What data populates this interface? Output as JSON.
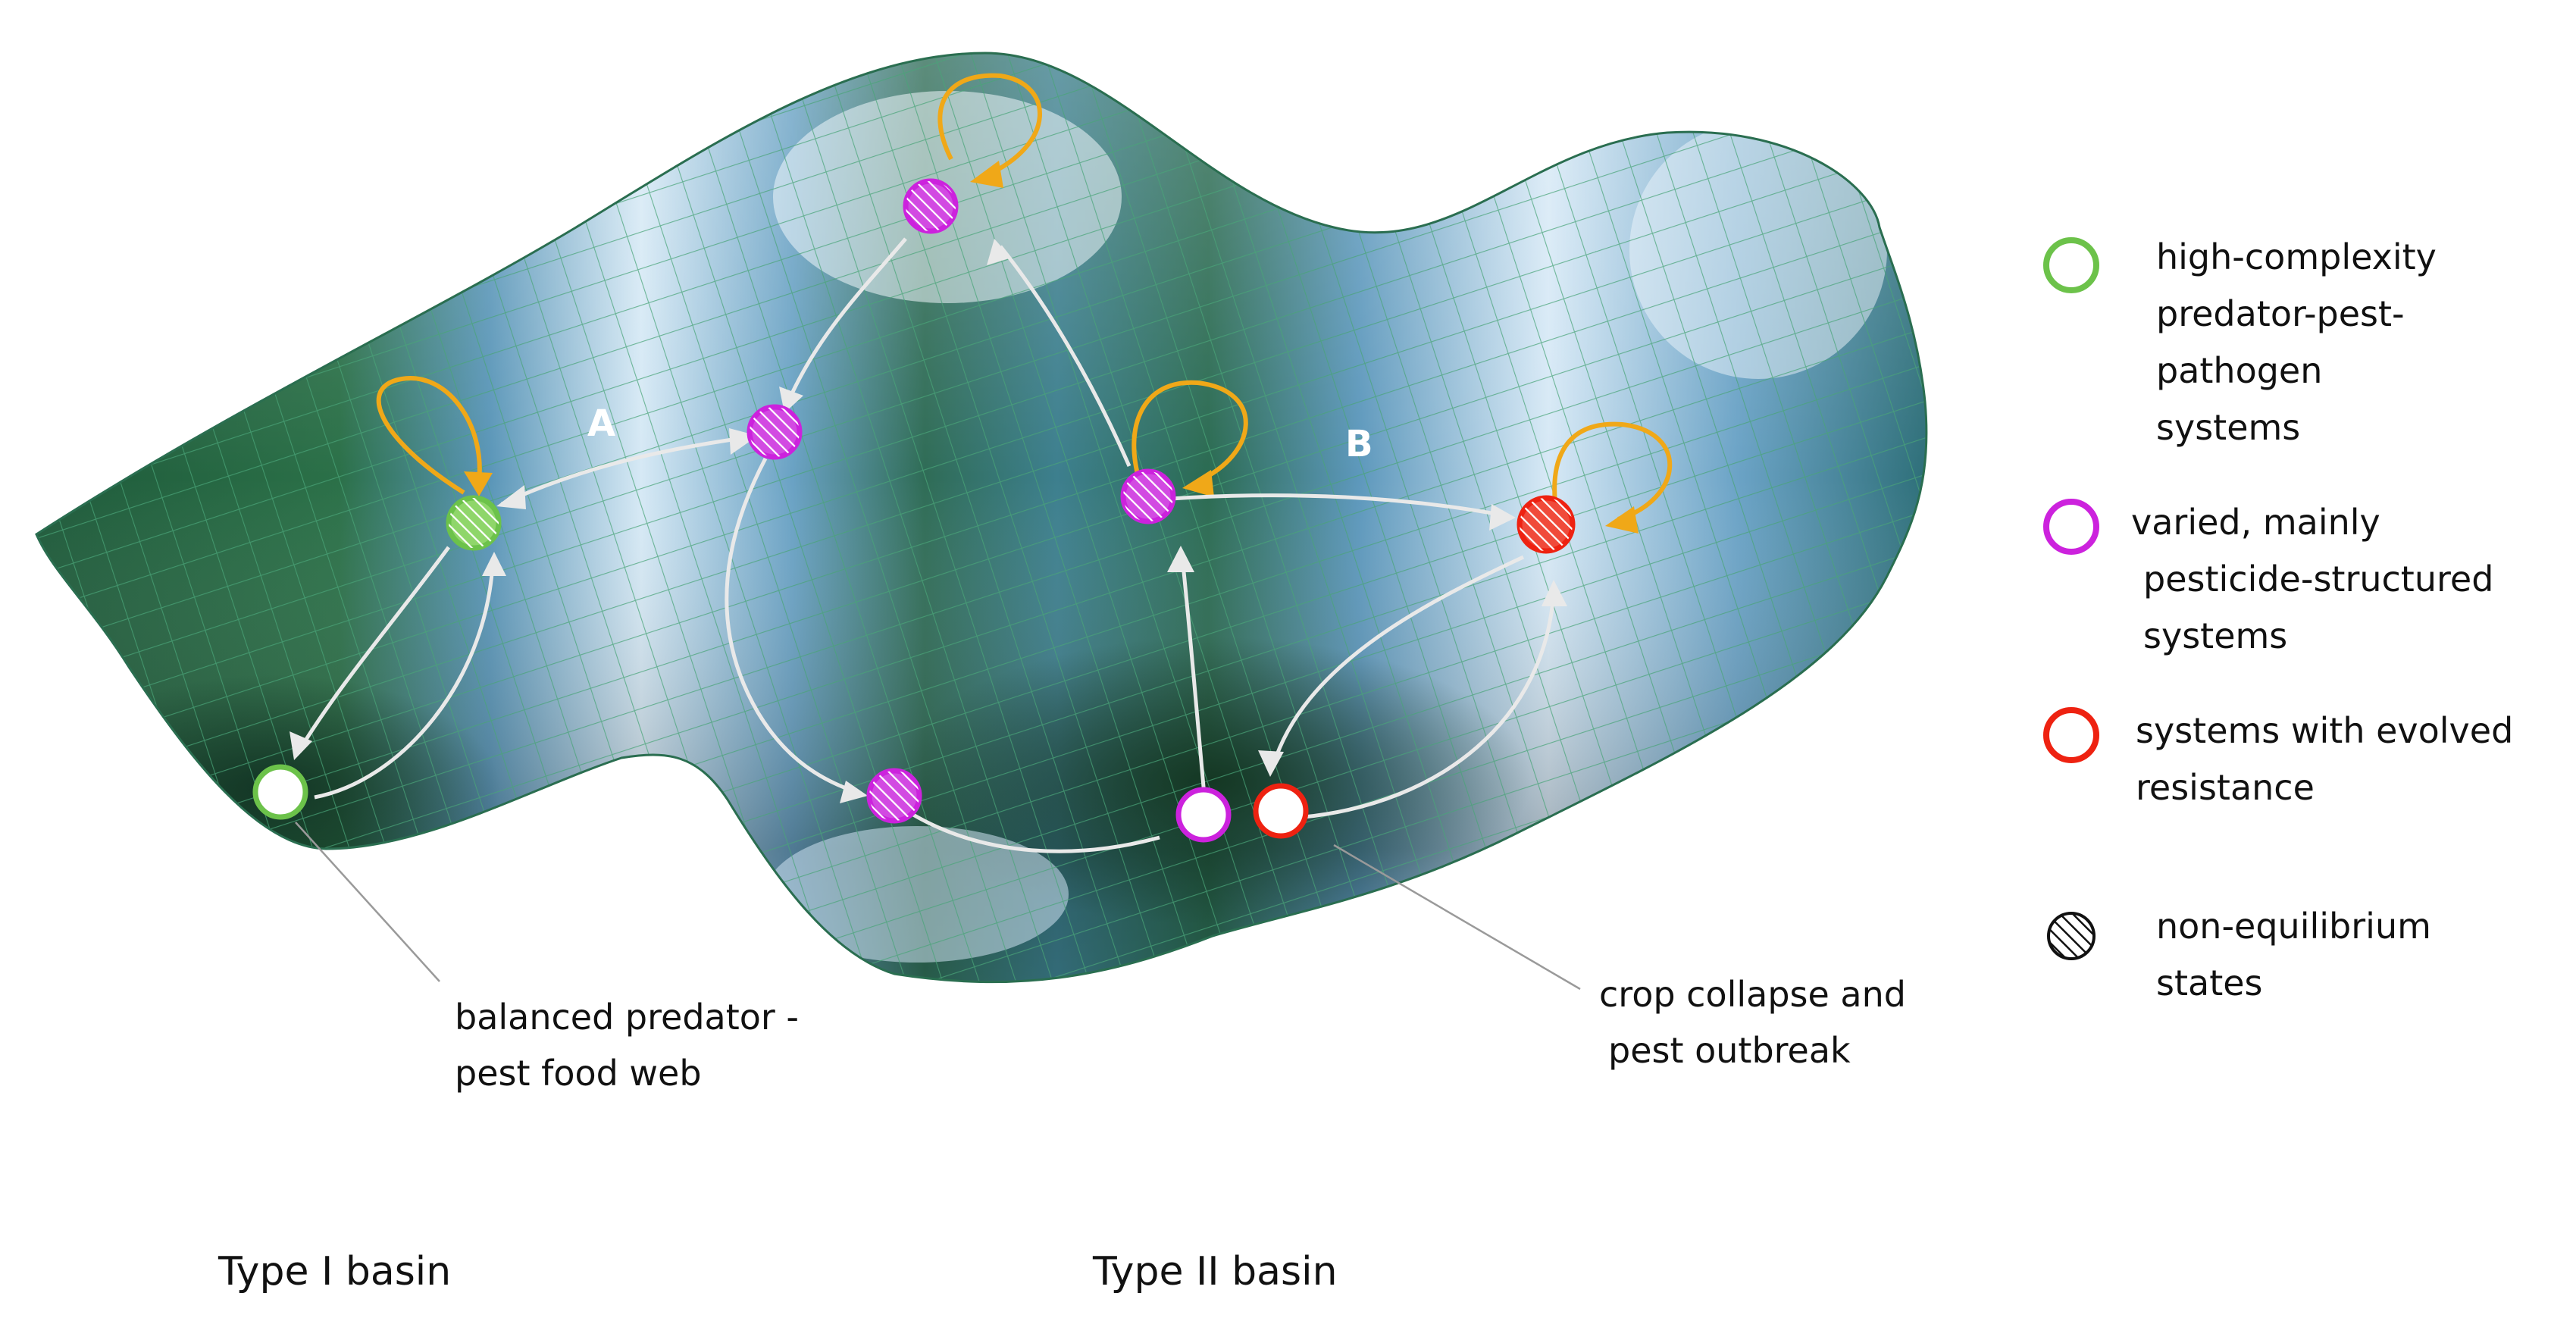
{
  "diagram": {
    "path_labels": {
      "a": "A",
      "b": "B"
    },
    "callouts": {
      "balanced": [
        "balanced predator -",
        "pest food web"
      ],
      "collapse": [
        "crop collapse and",
        "pest outbreak"
      ]
    },
    "basins": {
      "type1": "Type I basin",
      "type2": "Type II basin"
    }
  },
  "legend": {
    "green": {
      "lines": [
        "high-complexity",
        "predator-pest-",
        "pathogen",
        "systems"
      ],
      "color": "#6cc24a"
    },
    "purple": {
      "lines": [
        "varied, mainly",
        "pesticide-structured",
        "systems"
      ],
      "color": "#cc22dd"
    },
    "red": {
      "lines": [
        "systems with evolved",
        "resistance"
      ],
      "color": "#ee2211"
    },
    "hatch": {
      "lines": [
        "non-equilibrium",
        "states"
      ]
    }
  },
  "colors": {
    "surface_dark": "#1f5a3a",
    "surface_light": "#e8f3fb",
    "grid": "#3f9a6e",
    "arrow_white": "#e9e9e9",
    "arrow_orange": "#f0a818"
  }
}
